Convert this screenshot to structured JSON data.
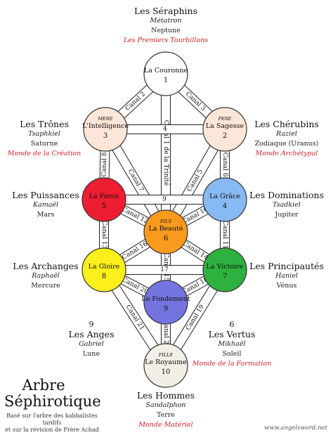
{
  "diagram": {
    "sephiroth": [
      {
        "id": "couronne",
        "name": "La Couronne",
        "number": "1",
        "prefix": "",
        "color": "#ffffff"
      },
      {
        "id": "sagesse",
        "name": "La Sagesse",
        "number": "2",
        "prefix": "PERE",
        "color": "#fce6d8"
      },
      {
        "id": "intelligence",
        "name": "L'Intelligence",
        "number": "3",
        "prefix": "MERE",
        "color": "#fce6d8"
      },
      {
        "id": "grace",
        "name": "La Grâce",
        "number": "4",
        "prefix": "",
        "color": "#87b9f2"
      },
      {
        "id": "force",
        "name": "La Force",
        "number": "5",
        "prefix": "",
        "color": "#ee1d32"
      },
      {
        "id": "beaute",
        "name": "La Beauté",
        "number": "6",
        "prefix": "FILS",
        "color": "#f79a1e"
      },
      {
        "id": "victoire",
        "name": "La Victoire",
        "number": "7",
        "prefix": "",
        "color": "#2eb13f"
      },
      {
        "id": "gloire",
        "name": "La Gloire",
        "number": "8",
        "prefix": "",
        "color": "#fbef1c"
      },
      {
        "id": "fondement",
        "name": "Le Fondement",
        "number": "9",
        "prefix": "",
        "color": "#7474e0"
      },
      {
        "id": "royaume",
        "name": "Le Royaume",
        "number": "10",
        "prefix": "FILLE",
        "color": "#f2efe6"
      }
    ],
    "channels": [
      {
        "label": "Canal 1",
        "from": "couronne",
        "to": "beaute"
      },
      {
        "label": "Canal 2",
        "from": "couronne",
        "to": "intelligence"
      },
      {
        "label": "Canal 3",
        "from": "couronne",
        "to": "sagesse"
      },
      {
        "label": "4",
        "from": "intelligence",
        "to": "sagesse"
      },
      {
        "label": "Canal 5",
        "from": "sagesse",
        "to": "beaute"
      },
      {
        "label": "Canal 6",
        "from": "sagesse",
        "to": "grace"
      },
      {
        "label": "Canal 7",
        "from": "intelligence",
        "to": "beaute"
      },
      {
        "label": "Canal 8",
        "from": "intelligence",
        "to": "force"
      },
      {
        "label": "9",
        "from": "force",
        "to": "grace"
      },
      {
        "label": "Canal 10",
        "from": "grace",
        "to": "beaute"
      },
      {
        "label": "Canal 11",
        "from": "grace",
        "to": "victoire"
      },
      {
        "label": "Canal 12",
        "from": "force",
        "to": "beaute"
      },
      {
        "label": "Canal 13",
        "from": "force",
        "to": "gloire"
      },
      {
        "label": "Canal 14",
        "from": "beaute",
        "to": "victoire"
      },
      {
        "label": "Canal 15",
        "from": "beaute",
        "to": "fondement"
      },
      {
        "label": "Canal 16",
        "from": "beaute",
        "to": "gloire"
      },
      {
        "label": "17",
        "from": "gloire",
        "to": "victoire"
      },
      {
        "label": "Canal 18",
        "from": "victoire",
        "to": "fondement"
      },
      {
        "label": "Canal 19",
        "from": "victoire",
        "to": "royaume"
      },
      {
        "label": "Canal 20",
        "from": "gloire",
        "to": "fondement"
      },
      {
        "label": "Canal 21",
        "from": "gloire",
        "to": "royaume"
      },
      {
        "label": "Canal 22",
        "from": "fondement",
        "to": "royaume"
      }
    ],
    "extra_path_text": "de la Trinité"
  },
  "choirs": {
    "seraphins": {
      "name": "Les Séraphins",
      "angel": "Métatron",
      "planet": "Neptune",
      "world": "Les Premiers Tourbillons"
    },
    "trones": {
      "name": "Les Trônes",
      "angel": "Tsaphkiel",
      "planet": "Saturne",
      "world": "Monde de la Création"
    },
    "cherubins": {
      "name": "Les Chérubins",
      "angel": "Raziel",
      "planet": "Zodiaque (Uranus)",
      "world": "Monde Archétypal"
    },
    "puissances": {
      "name": "Les Puissances",
      "angel": "Kamaël",
      "planet": "Mars"
    },
    "dominations": {
      "name": "Les Dominations",
      "angel": "Tsadkiel",
      "planet": "Jupiter"
    },
    "archanges": {
      "name": "Les Archanges",
      "angel": "Raphaël",
      "planet": "Mercure"
    },
    "principautes": {
      "name": "Les Principautés",
      "angel": "Haniel",
      "planet": "Vénus"
    },
    "anges": {
      "number": "9",
      "name": "Les Anges",
      "angel": "Gabriel",
      "planet": "Lune"
    },
    "vertus": {
      "number": "6",
      "name": "Les Vertus",
      "angel": "Mikhaël",
      "planet": "Soleil",
      "world": "Monde de la Formation"
    },
    "hommes": {
      "name": "Les Hommes",
      "angel": "Sandalphon",
      "planet": "Terre",
      "world": "Monde Matériel"
    }
  },
  "title": {
    "line1": "Arbre",
    "line2": "Séphirotique"
  },
  "subtitle": {
    "line1": "Basé sur l'arbre des kabbalistes tardifs",
    "line2": "et sur la révision de Frère Achad"
  },
  "website": "www.angelsword.net"
}
